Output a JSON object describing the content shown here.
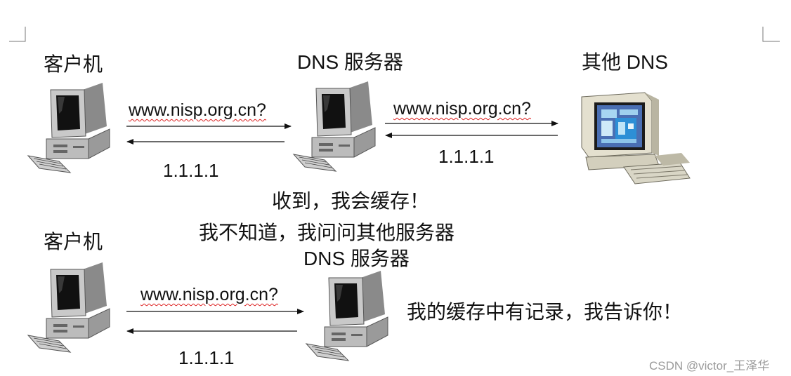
{
  "row1": {
    "client_label": "客户机",
    "dns_label": "DNS 服务器",
    "other_label": "其他 DNS",
    "query_left": "www.nisp.org.cn?",
    "query_right": "www.nisp.org.cn?",
    "reply_left": "1.1.1.1",
    "reply_right": "1.1.1.1"
  },
  "notes": {
    "cached": "收到，我会缓存！",
    "dont_know": "我不知道，我问问其他服务器"
  },
  "row2": {
    "client_label": "客户机",
    "dns_label": "DNS 服务器",
    "query": "www.nisp.org.cn?",
    "reply": "1.1.1.1",
    "cache_note": "我的缓存中有记录，我告诉你！"
  },
  "watermark": "CSDN @victor_王泽华"
}
